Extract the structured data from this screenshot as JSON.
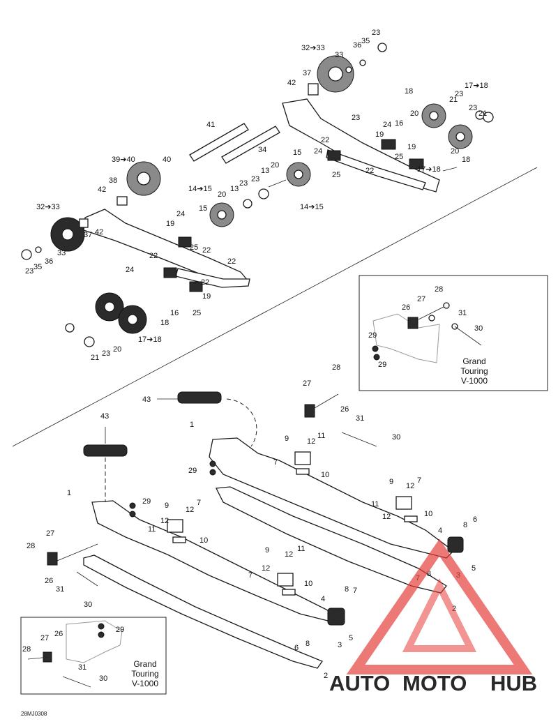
{
  "figure_code": "28MJ0308",
  "inset_title": [
    "Grand",
    "Touring",
    "V-1000"
  ],
  "watermark": {
    "parts": [
      "AUTO",
      "MOTO",
      "HUB"
    ],
    "colors": {
      "auto": "#f3b71d",
      "moto": "#f3b71d",
      "hub": "#8b8b8b",
      "triangle": "#e53935"
    }
  },
  "callouts": {
    "upper": [
      "23",
      "35",
      "36",
      "32➔33",
      "33",
      "37",
      "42",
      "41",
      "34",
      "39➔40",
      "40",
      "38",
      "42",
      "32➔33",
      "33",
      "37",
      "42",
      "36",
      "35",
      "23",
      "14➔15",
      "20",
      "13",
      "23",
      "24",
      "15",
      "19",
      "25",
      "22",
      "22",
      "22",
      "24",
      "16",
      "19",
      "25",
      "22",
      "18",
      "20",
      "21",
      "23",
      "17➔18",
      "23",
      "22",
      "24",
      "15",
      "20",
      "13",
      "23",
      "14➔15",
      "19",
      "25",
      "22",
      "16",
      "24",
      "19",
      "25",
      "17➔18",
      "18",
      "20",
      "21",
      "23",
      "17➔18",
      "18",
      "20",
      "21",
      "23"
    ],
    "inset_top": [
      "28",
      "27",
      "26",
      "31",
      "30",
      "29",
      "29"
    ],
    "lower_right_rail": [
      "27",
      "28",
      "26",
      "31",
      "30",
      "43",
      "1",
      "29",
      "9",
      "12",
      "11",
      "7",
      "10",
      "9",
      "12",
      "7",
      "11",
      "12",
      "10",
      "4",
      "8",
      "6",
      "5",
      "3",
      "7",
      "8",
      "2"
    ],
    "lower_left_rail": [
      "43",
      "1",
      "29",
      "9",
      "12",
      "7",
      "11",
      "12",
      "10",
      "27",
      "28",
      "26",
      "31",
      "30",
      "9",
      "12",
      "11",
      "7",
      "12",
      "10",
      "4",
      "8",
      "7",
      "5",
      "6",
      "8",
      "3",
      "2"
    ],
    "inset_bottom": [
      "29",
      "27",
      "26",
      "28",
      "31",
      "30"
    ]
  }
}
